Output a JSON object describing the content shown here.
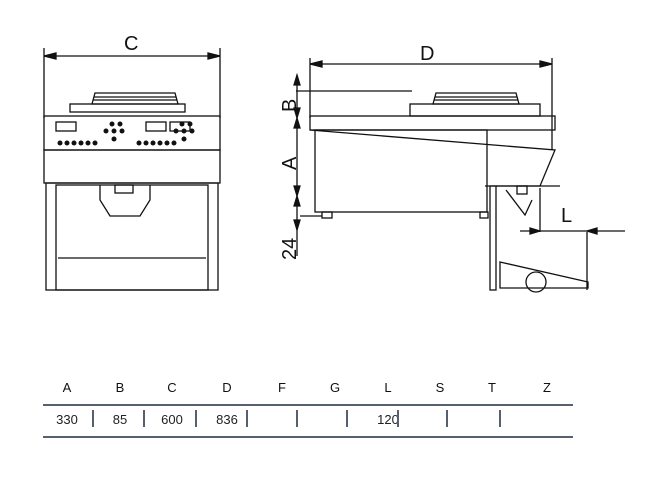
{
  "drawing": {
    "front_view": {
      "width_label": "C"
    },
    "side_view": {
      "depth_label": "D",
      "top_height_label": "B",
      "body_height_label": "A",
      "foot_label": "24",
      "overhang_label": "L"
    }
  },
  "table": {
    "headers": [
      "A",
      "B",
      "C",
      "D",
      "F",
      "G",
      "L",
      "S",
      "T",
      "Z"
    ],
    "values": [
      "330",
      "85",
      "600",
      "836",
      "",
      "",
      "120",
      "",
      "",
      ""
    ]
  }
}
